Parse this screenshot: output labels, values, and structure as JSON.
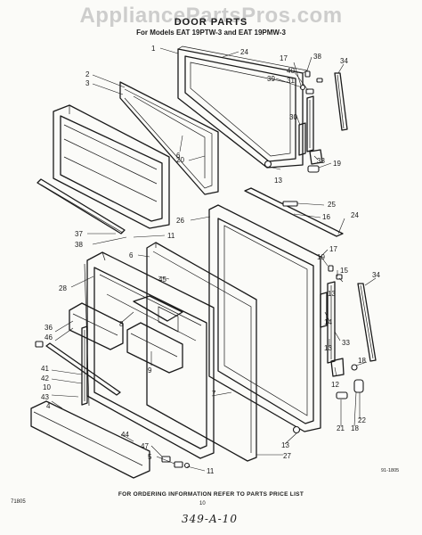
{
  "header": {
    "watermark": "AppliancePartsPros.com",
    "title": "DOOR PARTS",
    "subtitle": "For Models EAT 19PTW-3 and EAT 19PMW-3"
  },
  "footer": {
    "ordering_note": "FOR ORDERING INFORMATION REFER TO PARTS PRICE LIST",
    "left_code": "71805",
    "page_number": "10",
    "drawing_code": "91-1805",
    "handwritten_note": "349-A-10"
  },
  "callouts": [
    "1",
    "2",
    "3",
    "4",
    "5",
    "6",
    "7",
    "8",
    "9",
    "10",
    "11",
    "12",
    "13",
    "14",
    "15",
    "16",
    "17",
    "18",
    "19",
    "20",
    "21",
    "22",
    "24",
    "25",
    "26",
    "27",
    "28",
    "29",
    "30",
    "31",
    "33",
    "34",
    "35",
    "36",
    "37",
    "38",
    "39",
    "40",
    "41",
    "42",
    "43",
    "44",
    "45",
    "46",
    "47"
  ]
}
